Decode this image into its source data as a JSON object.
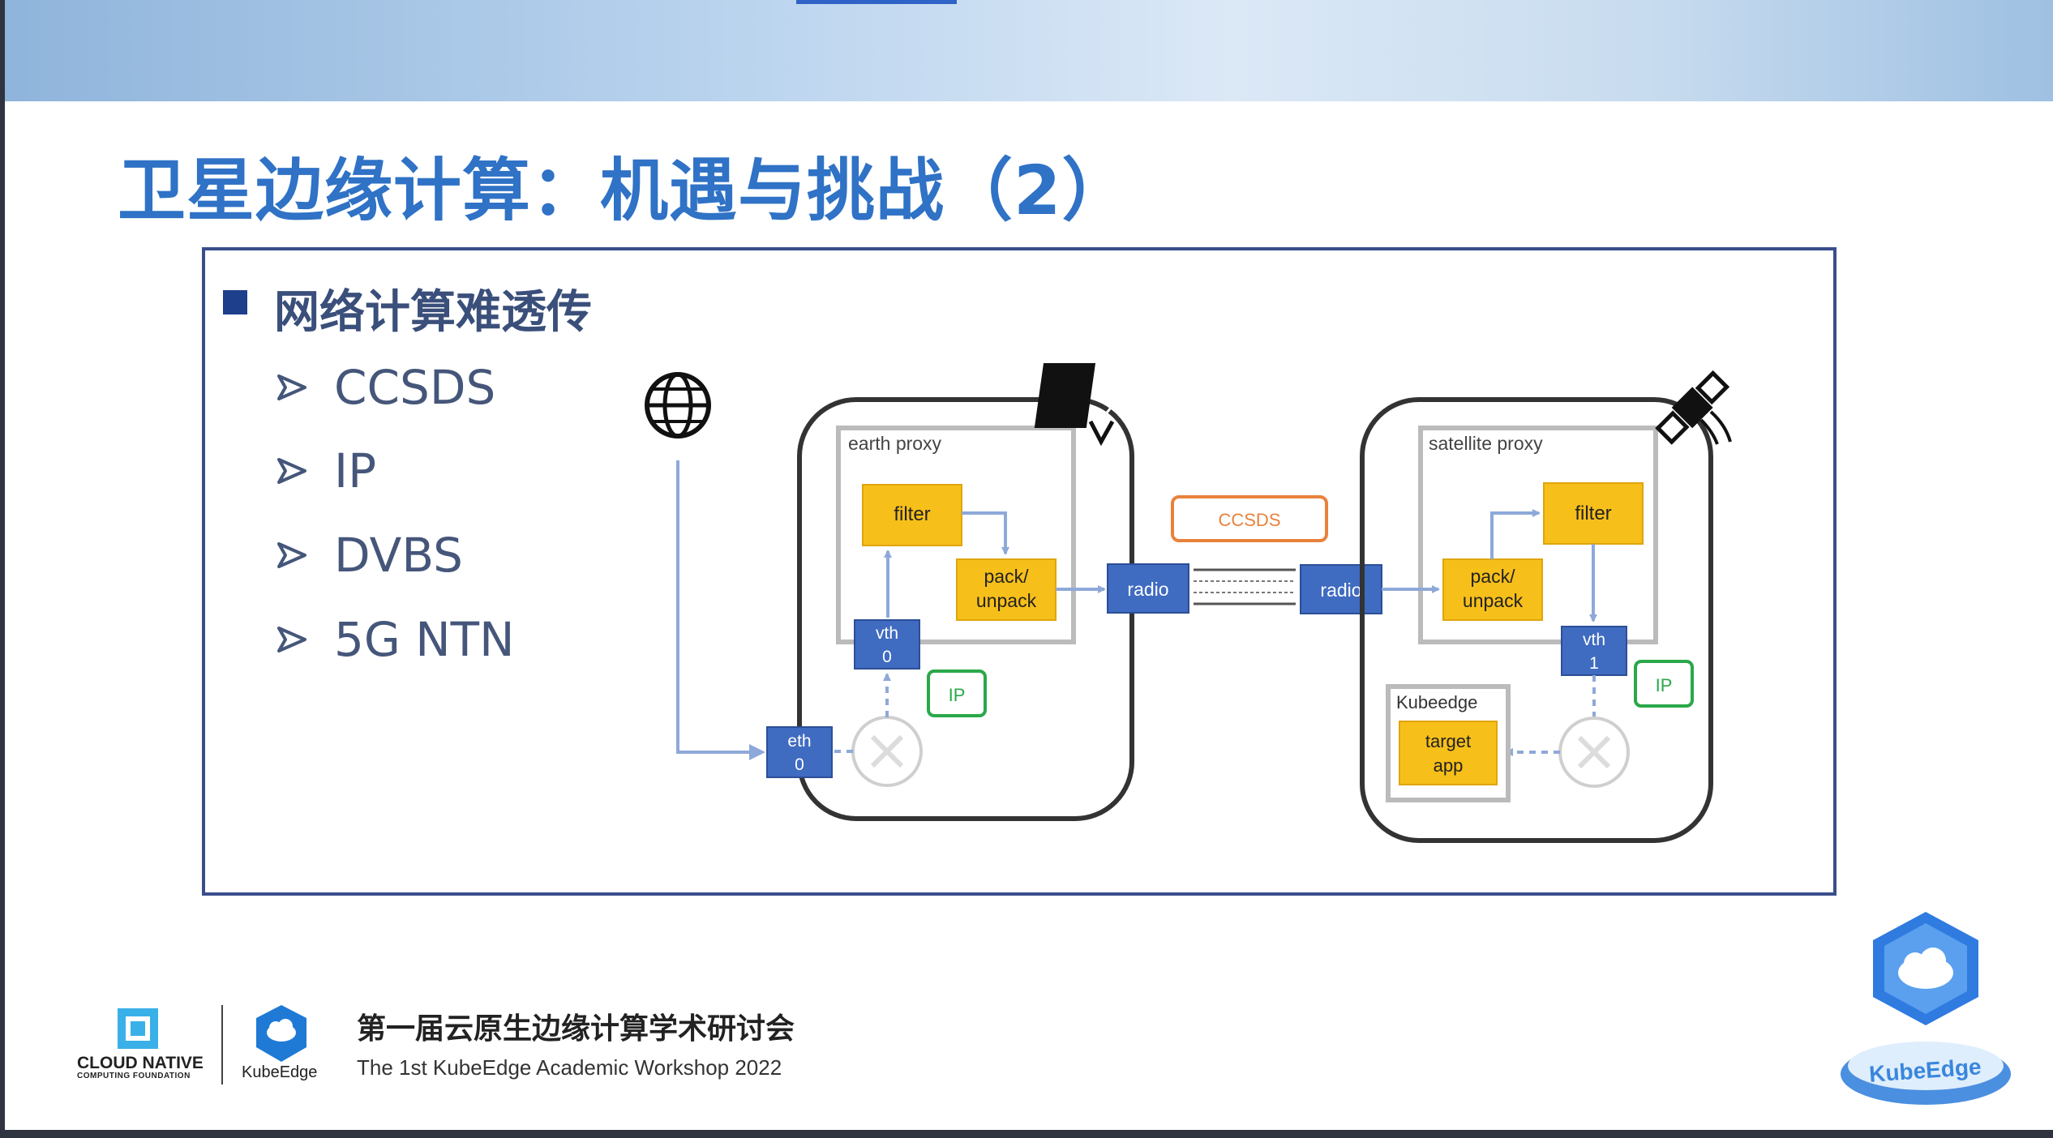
{
  "slide": {
    "title": "卫星边缘计算：机遇与挑战（2）",
    "section_heading": "网络计算难透传",
    "items": [
      "CCSDS",
      "IP",
      "DVBS",
      "5G NTN"
    ]
  },
  "diagram": {
    "earth_proxy_label": "earth proxy",
    "satellite_proxy_label": "satellite proxy",
    "filter_label": "filter",
    "pack_label_line1": "pack/",
    "pack_label_line2": "unpack",
    "radio_label": "radio",
    "ccsds_label": "CCSDS",
    "vth0_line1": "vth",
    "vth0_line2": "0",
    "vth1_line1": "vth",
    "vth1_line2": "1",
    "eth0_line1": "eth",
    "eth0_line2": "0",
    "ip_label": "IP",
    "kubeedge_label": "Kubeedge",
    "target_line1": "target",
    "target_line2": "app",
    "icons": [
      "globe-icon",
      "satellite-dish-icon",
      "satellite-icon",
      "router-icon"
    ]
  },
  "footer": {
    "cn_title": "第一届云原生边缘计算学术研讨会",
    "en_title": "The 1st KubeEdge Academic Workshop 2022",
    "cncf_line1": "CLOUD NATIVE",
    "cncf_line2": "COMPUTING FOUNDATION",
    "kubeedge_small": "KubeEdge",
    "mascot_text": "KubeEdge"
  },
  "colors": {
    "title": "#2f72c6",
    "frame": "#3a4d8c",
    "node_blue": "#3f6bc1",
    "box_yellow": "#f7bf1a",
    "ccsds_orange": "#e8823b",
    "ip_green": "#2aa84a",
    "arrow": "#8ea9d9"
  }
}
